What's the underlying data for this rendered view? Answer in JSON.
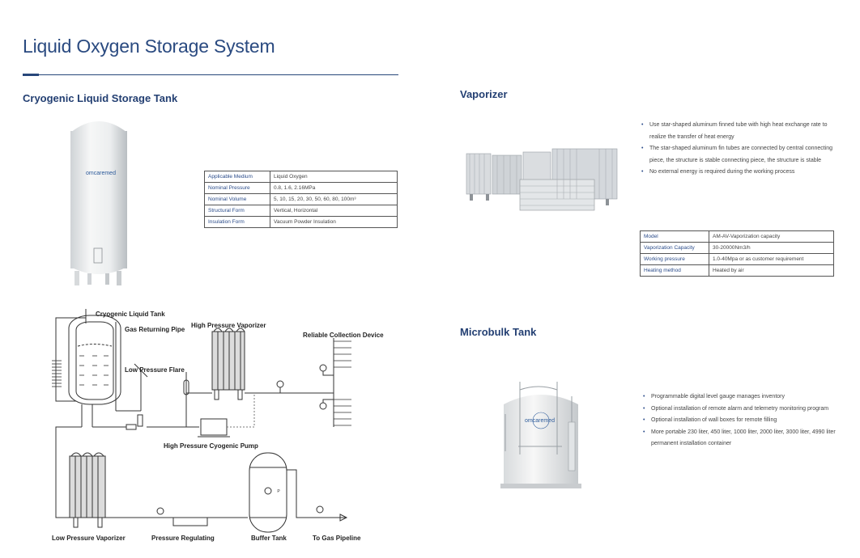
{
  "page": {
    "title": "Liquid Oxygen Storage System"
  },
  "cryogenic_tank": {
    "title": "Cryogenic Liquid Storage Tank",
    "image_brand": "omcaremed",
    "specs": [
      {
        "key": "Applicable Medium",
        "value": "Liquid Oxygen"
      },
      {
        "key": "Nominal Pressure",
        "value": "0.8, 1.6, 2.16MPa"
      },
      {
        "key": "Nominal Volume",
        "value": "5, 10, 15, 20, 30, 50, 60, 80, 100m³"
      },
      {
        "key": "Structural Form",
        "value": "Vertical, Horizontal"
      },
      {
        "key": "Insulation Form",
        "value": "Vacuum Powder Insulation"
      }
    ]
  },
  "vaporizer": {
    "title": "Vaporizer",
    "bullets": [
      "Use star-shaped aluminum finned tube with high heat exchange rate to realize the transfer of heat energy",
      "The star-shaped aluminum fin tubes are connected by central connecting piece, the structure is stable connecting piece, the structure is stable",
      "No external energy is required during the working process"
    ],
    "specs": [
      {
        "key": "Model",
        "value": "AM-AV-Vaporization capacity"
      },
      {
        "key": "Vaporization Capacity",
        "value": "30-20000Nm3/h"
      },
      {
        "key": "Working pressure",
        "value": "1.0-40Mpa or as customer requirement"
      },
      {
        "key": "Heating method",
        "value": "Heated by air"
      }
    ]
  },
  "microbulk": {
    "title": "Microbulk Tank",
    "image_brand": "omcaremed",
    "bullets": [
      "Programmable digital level gauge manages inventory",
      "Optional installation of remote alarm and telemetry monitoring program",
      "Optional installation of wall boxes for remote filling",
      "More portable 230 liter, 450 liter, 1000 liter, 2000 liter, 3000 liter, 4990 liter permanent installation container"
    ]
  },
  "diagram": {
    "labels": {
      "cryogenic_liquid_tank": "Cryogenic Liquid Tank",
      "gas_returning_pipe": "Gas Returning Pipe",
      "high_pressure_vaporizer": "High Pressure Vaporizer",
      "reliable_collection_device": "Reliable Collection Device",
      "low_pressure_flare": "Low Pressure Flare",
      "high_pressure_pump": "High Pressure Cyogenic Pump",
      "low_pressure_vaporizer": "Low Pressure Vaporizer",
      "pressure_regulating": "Pressure Regulating",
      "buffer_tank": "Buffer Tank",
      "to_gas_pipeline": "To Gas Pipeline",
      "gauge_letter": "P"
    }
  },
  "colors": {
    "brand_blue": "#27467a",
    "text_dark": "#333333"
  }
}
